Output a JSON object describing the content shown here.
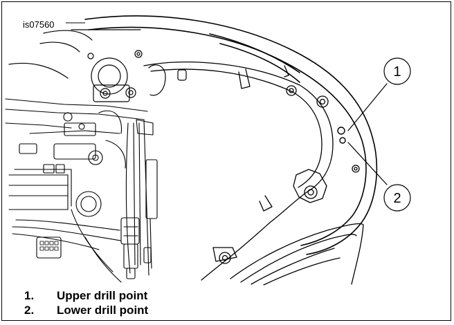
{
  "figure": {
    "id": "is07560",
    "callouts": [
      {
        "number": "1"
      },
      {
        "number": "2"
      }
    ]
  },
  "legend": [
    {
      "number": "1.",
      "label": "Upper drill point"
    },
    {
      "number": "2.",
      "label": "Lower drill point"
    }
  ]
}
